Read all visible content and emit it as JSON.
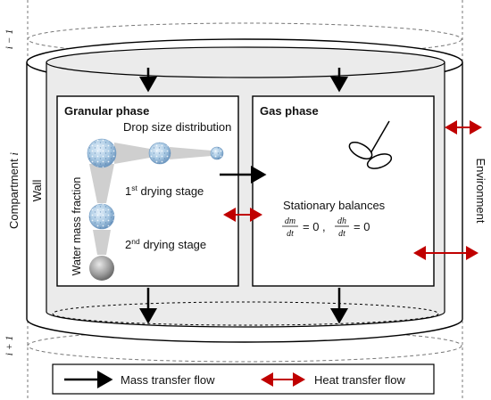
{
  "compartment_label": {
    "prefix": "Compartment ",
    "var": "i"
  },
  "left_labels": {
    "upper_index": "i − 1",
    "lower_index": "i + 1",
    "wall": "Wall"
  },
  "right_labels": {
    "environment": "Environment"
  },
  "granular_phase": {
    "title": "Granular phase",
    "drop_size_distribution": "Drop size distribution",
    "water_mass_fraction": "Water mass fraction",
    "first_stage": {
      "ordinal": "1",
      "suffix": "st",
      "rest": " drying stage"
    },
    "second_stage": {
      "ordinal": "2",
      "suffix": "nd",
      "rest": " drying stage"
    }
  },
  "gas_phase": {
    "title": "Gas phase",
    "stationary_balances": "Stationary balances",
    "eq1_num": "dm",
    "eq1_den": "dt",
    "eq_rhs1": "= 0 ,",
    "eq2_num": "dh",
    "eq2_den": "dt",
    "eq_rhs2": "= 0"
  },
  "legend": {
    "mass_transfer": "Mass transfer flow",
    "heat_transfer": "Heat transfer flow"
  },
  "colors": {
    "mass_arrow": "#000000",
    "heat_arrow": "#c00000",
    "compartment_fill": "#ebebeb",
    "drop_fill": "#a9c9e3"
  }
}
